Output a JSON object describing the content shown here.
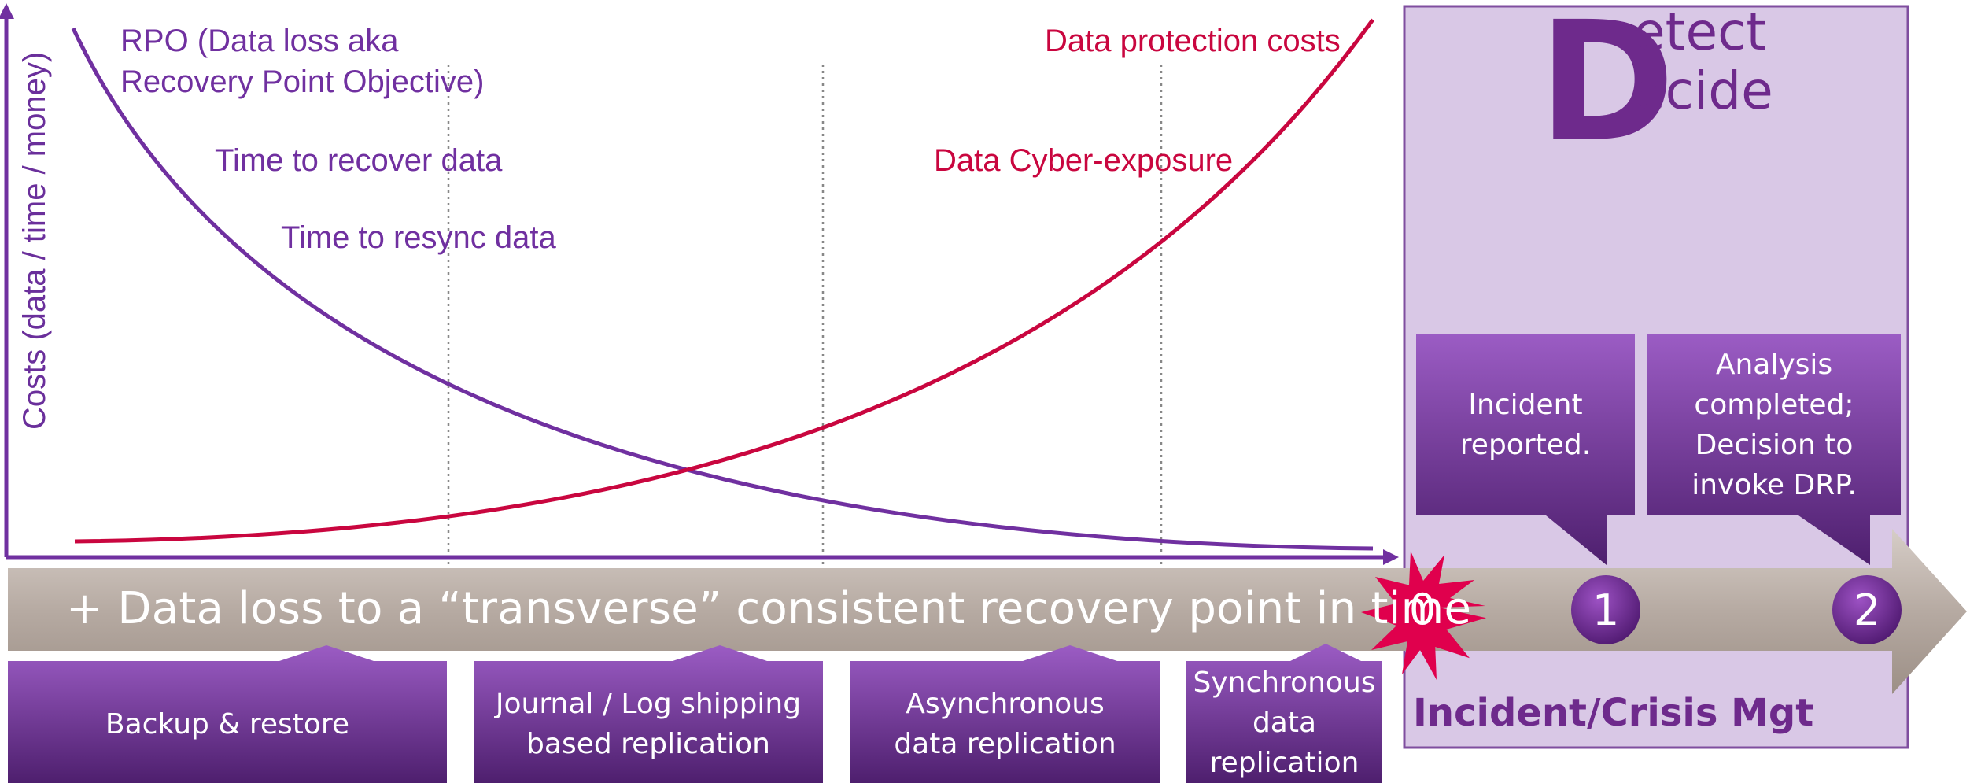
{
  "y_axis_label": "Costs (data / time / money)",
  "curve_labels": {
    "rpo": [
      "RPO (Data loss aka",
      "Recovery Point Objective)"
    ],
    "time_recover": "Time to recover data",
    "time_resync": "Time to resync data",
    "data_protection_costs": "Data protection costs",
    "cyber_exposure": "Data Cyber-exposure"
  },
  "timeline_arrow_text": "+ Data loss to a “transverse” consistent recovery point in time",
  "technologies": [
    {
      "lines": [
        "Backup & restore"
      ]
    },
    {
      "lines": [
        "Journal / Log shipping",
        "based replication"
      ]
    },
    {
      "lines": [
        "Asynchronous",
        "data replication"
      ]
    },
    {
      "lines": [
        "Synchronous",
        "data",
        "replication"
      ]
    }
  ],
  "panel": {
    "big_letter": "D",
    "word1": "etect",
    "word2": "ecide",
    "title": "Incident/Crisis Mgt",
    "callouts": [
      {
        "lines": [
          "Incident",
          "reported."
        ]
      },
      {
        "lines": [
          "Analysis",
          "completed;",
          "Decision to",
          "invoke DRP."
        ]
      }
    ],
    "markers": [
      "0",
      "1",
      "2"
    ]
  },
  "colors": {
    "purple_curve": "#7030a0",
    "red_curve": "#c9063f",
    "box_purple_top": "#9b5cc4",
    "box_purple_bottom": "#4e1f6e",
    "panel_bg": "#d9c8e6",
    "arrow_gray": "#b9ada6",
    "starburst": "#e0004d"
  }
}
